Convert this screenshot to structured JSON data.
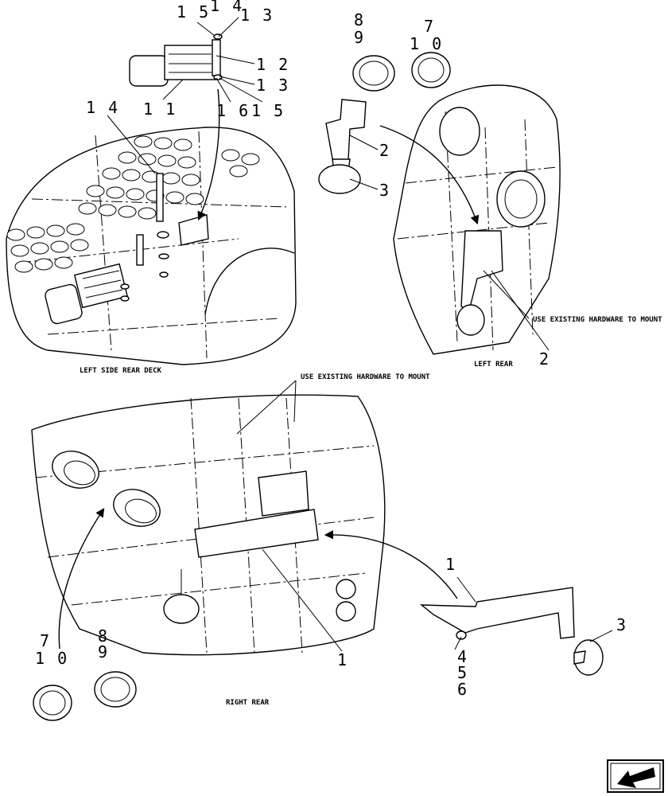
{
  "labels": {
    "n1a": "1",
    "n1b": "1",
    "n2a": "2",
    "n2b": "2",
    "n3a": "3",
    "n3b": "3",
    "n4": "4",
    "n5": "5",
    "n6": "6",
    "n7a": "7",
    "n7b": "7",
    "n8a": "8",
    "n8b": "8",
    "n9a": "9",
    "n9b": "9",
    "n10a": "1 0",
    "n10b": "1 0",
    "n11": "1 1",
    "n12": "1 2",
    "n13a": "1 3",
    "n13b": "1 3",
    "n14a": "1 4",
    "n14b": "1 4",
    "n15a": "1 5",
    "n15b": "1 5",
    "n16": "1 6"
  },
  "captions": {
    "left_side_rear_deck": "LEFT SIDE  REAR DECK",
    "left_rear": "LEFT REAR",
    "right_rear": "RIGHT REAR",
    "use_existing_1": "USE EXISTING HARDWARE TO MOUNT",
    "use_existing_2": "USE EXISTING HARDWARE TO MOUNT"
  },
  "icons": {
    "corner": "arrow-navigation-icon"
  }
}
